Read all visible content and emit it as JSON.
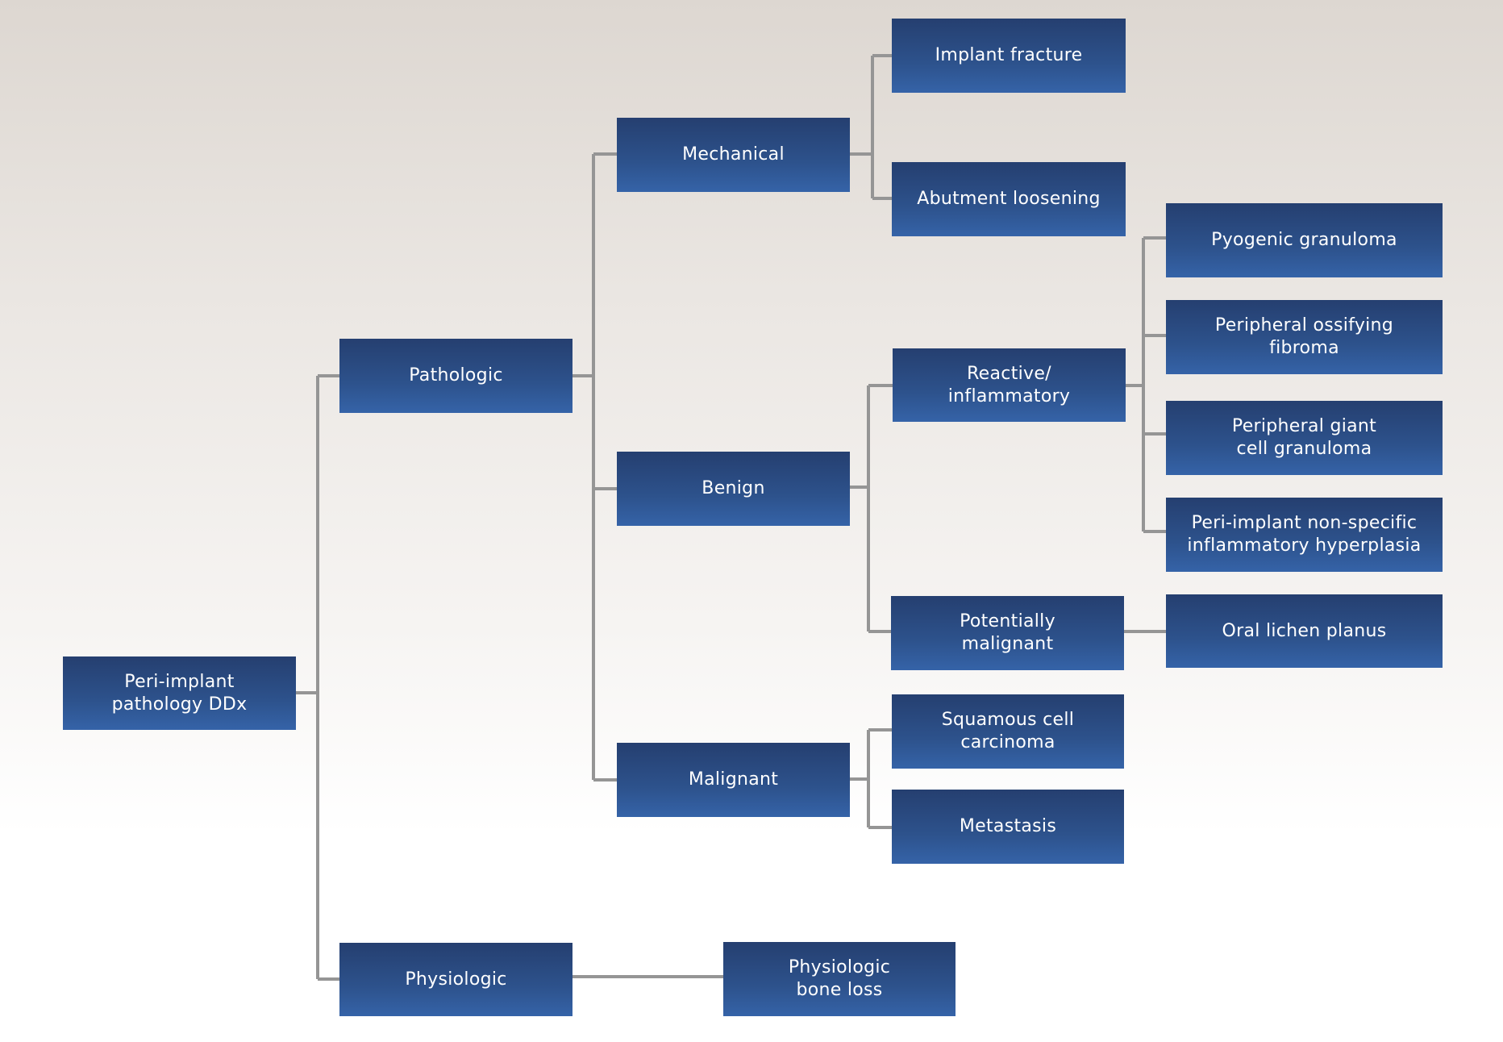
{
  "colors": {
    "node_top": "#253f70",
    "node_bottom": "#3563a8",
    "node_text": "#ffffff",
    "connector": "#959595",
    "background_top": "#ddd7d1",
    "background_bottom": "#ffffff"
  },
  "tree": {
    "root": "Peri-implant\npathology DDx",
    "pathologic": "Pathologic",
    "physiologic": "Physiologic",
    "mechanical": "Mechanical",
    "benign": "Benign",
    "malignant": "Malignant",
    "implant_fracture": "Implant fracture",
    "abutment_loosening": "Abutment loosening",
    "reactive_inflammatory": "Reactive/\ninflammatory",
    "potentially_malignant": "Potentially\nmalignant",
    "squamous_cell_carcinoma": "Squamous cell\ncarcinoma",
    "metastasis": "Metastasis",
    "physiologic_bone_loss": "Physiologic\nbone loss",
    "pyogenic_granuloma": "Pyogenic granuloma",
    "peripheral_ossifying_fibroma": "Peripheral ossifying\nfibroma",
    "peripheral_giant_cell_granuloma": "Peripheral giant\ncell granuloma",
    "peri_implant_nonspecific_hyperplasia": "Peri-implant non-specific\ninflammatory hyperplasia",
    "oral_lichen_planus": "Oral lichen planus"
  }
}
